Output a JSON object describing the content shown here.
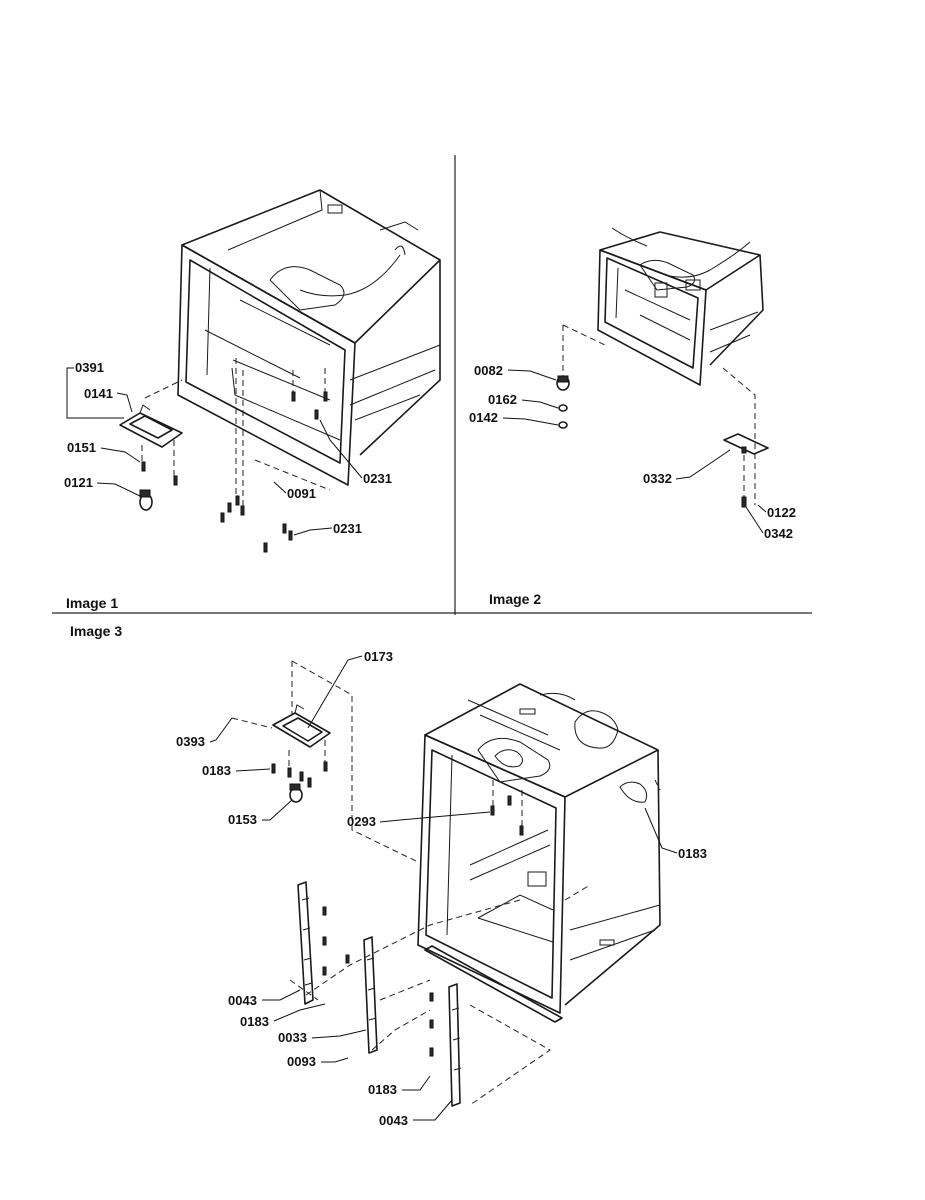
{
  "panels": [
    {
      "title": "Image 1"
    },
    {
      "title": "Image 2"
    },
    {
      "title": "Image 3"
    }
  ],
  "callouts": {
    "img1": [
      "0391",
      "0141",
      "0151",
      "0121",
      "0231",
      "0091",
      "0231"
    ],
    "img2": [
      "0082",
      "0162",
      "0142",
      "0332",
      "0122",
      "0342"
    ],
    "img3": [
      "0173",
      "0393",
      "0183",
      "0153",
      "0293",
      "0183",
      "0043",
      "0183",
      "0033",
      "0093",
      "0183",
      "0043"
    ]
  }
}
